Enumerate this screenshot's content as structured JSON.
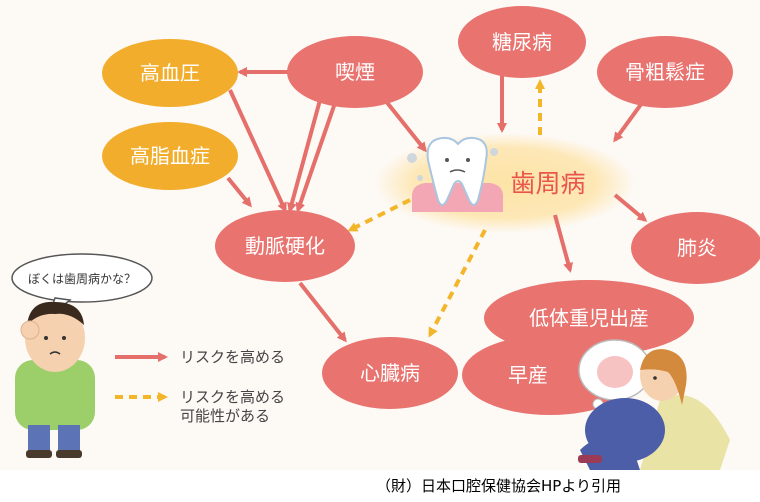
{
  "colors": {
    "node_red": "#e8736f",
    "node_orange": "#f1ad2b",
    "arrow_red": "#e56f6a",
    "arrow_yellow": "#f3b52a",
    "glow": "#fde3a6",
    "center_text": "#e9544d"
  },
  "nodes": {
    "hypertension": "高血圧",
    "smoking": "喫煙",
    "diabetes": "糖尿病",
    "osteoporosis": "骨粗鬆症",
    "hyperlipidemia": "高脂血症",
    "periodontal": "歯周病",
    "arteriosclerosis": "動脈硬化",
    "pneumonia": "肺炎",
    "low_birth_weight": "低体重児出産",
    "premature_birth": "早産",
    "heart_disease": "心臓病"
  },
  "speech_bubble": "ぼくは歯周病かな？",
  "legend": {
    "solid": "リスクを高める",
    "dashed_line1": "リスクを高める",
    "dashed_line2": "可能性がある"
  },
  "credit": "（財）日本口腔保健協会HPより引用",
  "icons": [
    "tooth-icon",
    "worried-man-illustration",
    "pregnant-woman-illustration"
  ]
}
